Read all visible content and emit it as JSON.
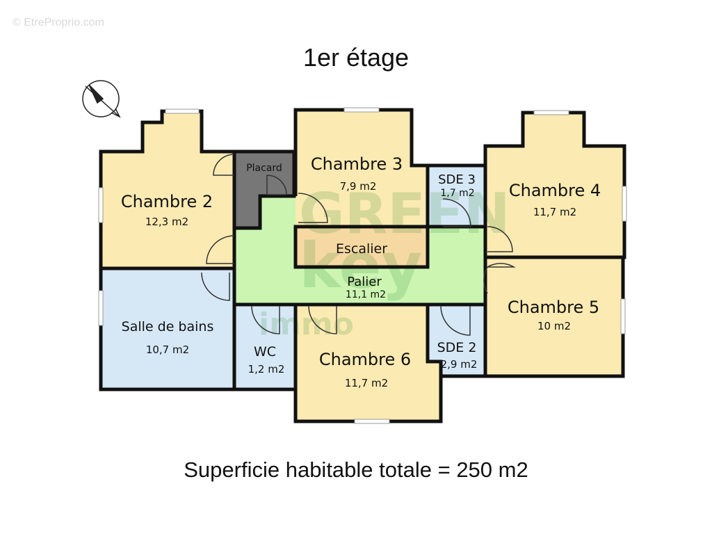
{
  "watermark": "© EtreProprio.com",
  "floor_title": "1er étage",
  "total_area_text": "Superficie habitable totale = 250 m2",
  "background_watermark": "GREEN key immo",
  "colors": {
    "bedroom": "#fbeab2",
    "wet_room": "#d6e8f6",
    "landing": "#ccf5b2",
    "stairs": "#f6d9a2",
    "closet": "#777777",
    "wall": "#111111"
  },
  "rooms": {
    "chambre2": {
      "name": "Chambre 2",
      "area": "12,3 m2"
    },
    "placard": {
      "name": "Placard"
    },
    "chambre3": {
      "name": "Chambre 3",
      "area": "7,9 m2"
    },
    "sde3": {
      "name": "SDE 3",
      "area": "1,7 m2"
    },
    "chambre4": {
      "name": "Chambre 4",
      "area": "11,7 m2"
    },
    "escalier": {
      "name": "Escalier"
    },
    "palier": {
      "name": "Palier",
      "area": "11,1 m2"
    },
    "salle_de_bains": {
      "name": "Salle de bains",
      "area": "10,7 m2"
    },
    "wc": {
      "name": "WC",
      "area": "1,2 m2"
    },
    "chambre6": {
      "name": "Chambre 6",
      "area": "11,7 m2"
    },
    "sde2": {
      "name": "SDE 2",
      "area": "2,9 m2"
    },
    "chambre5": {
      "name": "Chambre 5",
      "area": "10 m2"
    }
  },
  "compass_icon": "north-arrow-icon"
}
